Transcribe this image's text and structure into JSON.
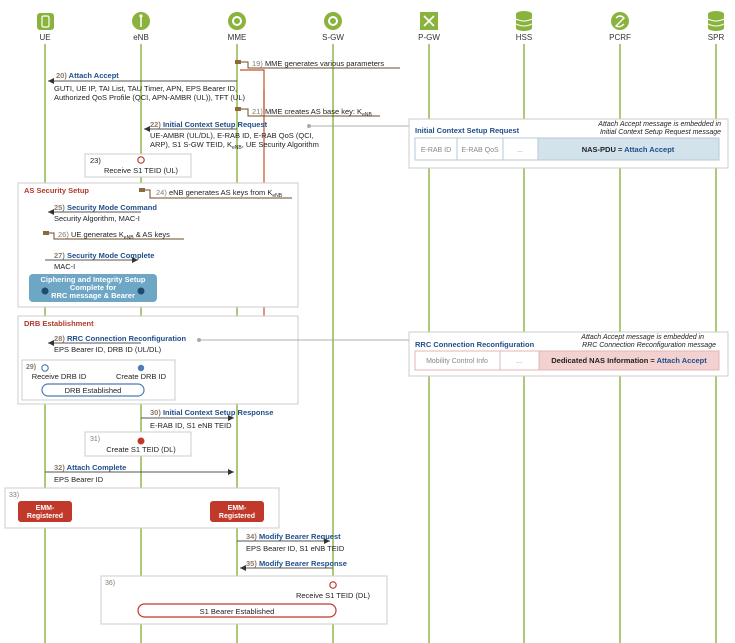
{
  "entities": [
    {
      "name": "UE",
      "icon": "phone-icon",
      "color": "#8ab33e"
    },
    {
      "name": "eNB",
      "icon": "antenna-icon",
      "color": "#8ab33e"
    },
    {
      "name": "MME",
      "icon": "gear-icon",
      "color": "#8ab33e"
    },
    {
      "name": "S-GW",
      "icon": "gear-icon",
      "color": "#8ab33e"
    },
    {
      "name": "P-GW",
      "icon": "network-icon",
      "color": "#8ab33e"
    },
    {
      "name": "HSS",
      "icon": "database-icon",
      "color": "#8ab33e"
    },
    {
      "name": "PCRF",
      "icon": "policy-icon",
      "color": "#8ab33e"
    },
    {
      "name": "SPR",
      "icon": "database-icon",
      "color": "#8ab33e"
    }
  ],
  "steps": {
    "s19": {
      "num": "19)",
      "text": "MME generates various parameters"
    },
    "s20": {
      "num": "20)",
      "title": "Attach Accept",
      "line1": "GUTI, UE IP, TAI List, TAU Timer, APN, EPS Bearer ID,",
      "line2": "Authorized QoS Profile (QCI, APN-AMBR (UL)), TFT (UL)"
    },
    "s21": {
      "num": "21)",
      "text": "MME creates AS base key: K",
      "sub": "eNB"
    },
    "s22": {
      "num": "22)",
      "title": "Initial Context Setup Request",
      "line1": "UE-AMBR (UL/DL), E-RAB ID, E-RAB QoS (QCI,",
      "line2a": "ARP), S1 S-GW TEID, K",
      "line2sub": "eNB",
      "line2b": ", UE Security Algorithm"
    },
    "s23": {
      "num": "23)",
      "text": "Receive S1 TEID (UL)"
    },
    "s24": {
      "num": "24)",
      "text": "eNB generates AS keys from K",
      "sub": "eNB"
    },
    "s25": {
      "num": "25)",
      "title": "Security Mode Command",
      "line1": "Security Algorithm, MAC-I"
    },
    "s26": {
      "num": "26)",
      "text": "UE generates K",
      "sub": "eNB",
      "tail": " & AS keys"
    },
    "s27": {
      "num": "27)",
      "title": "Security Mode Complete",
      "line1": "MAC-I"
    },
    "s28": {
      "num": "28)",
      "title": "RRC Connection Reconfiguration",
      "line1": "EPS Bearer ID, DRB ID (UL/DL)"
    },
    "s29": {
      "num": "29)",
      "left": "Receive DRB ID",
      "right": "Create DRB ID",
      "bar": "DRB Established"
    },
    "s30": {
      "num": "30)",
      "title": "Initial Context Setup Response",
      "line1": "E-RAB ID, S1 eNB TEID"
    },
    "s31": {
      "num": "31)",
      "text": "Create S1 TEID (DL)"
    },
    "s32": {
      "num": "32)",
      "title": "Attach Complete",
      "line1": "EPS Bearer ID"
    },
    "s33": {
      "num": "33)",
      "badge_line1": "EMM-",
      "badge_line2": "Registered"
    },
    "s34": {
      "num": "34)",
      "title": "Modify Bearer Request",
      "line1": "EPS Bearer ID, S1 eNB TEID"
    },
    "s35": {
      "num": "35)",
      "title": "Modify Bearer Response"
    },
    "s36": {
      "num": "36)",
      "text": "Receive S1 TEID (DL)",
      "bar": "S1 Bearer Established"
    }
  },
  "sections": {
    "as_security": "AS Security Setup",
    "drb": "DRB Establishment",
    "cipher_line1": "Ciphering and Integrity Setup",
    "cipher_line2": "Complete for",
    "cipher_line3": "RRC message & Bearer"
  },
  "callout1": {
    "title": "Initial Context Setup Request",
    "note_line1": "Attach Accept message is embedded in",
    "note_line2": "Initial Context Setup Request message",
    "cells": [
      "E-RAB ID",
      "E-RAB QoS",
      "..."
    ],
    "field_label": "NAS-PDU = ",
    "field_value": "Attach Accept"
  },
  "callout2": {
    "title": "RRC Connection Reconfiguration",
    "note_line1": "Attach Accept message is embedded in",
    "note_line2": "RRC Connection Reconfiguration message",
    "cells": [
      "Mobility Control Info",
      "..."
    ],
    "field_label": "Dedicated NAS Information = ",
    "field_value": "Attach Accept"
  },
  "colors": {
    "lifeline": "#8ab33e",
    "attach_path": "#c0542a",
    "title_blue": "#1f4e8c",
    "section_red": "#b03a2e",
    "callout1_fill": "#d3e3ec",
    "callout2_fill": "#f3d1d1",
    "cipher_fill": "#6ea6c5",
    "badge_red": "#c0392b"
  }
}
